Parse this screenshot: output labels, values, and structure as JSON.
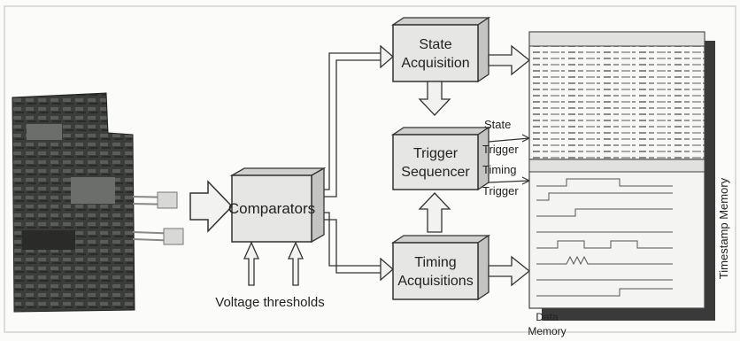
{
  "diagram": {
    "blocks": {
      "comparators": "Comparators",
      "state_acq_line1": "State",
      "state_acq_line2": "Acquisition",
      "trigger_line1": "Trigger",
      "trigger_line2": "Sequencer",
      "timing_line1": "Timing",
      "timing_line2": "Acquisitions"
    },
    "labels": {
      "voltage_thresholds": "Voltage thresholds",
      "state_trigger_line1": "State",
      "state_trigger_line2": "Trigger",
      "timing_trigger_line1": "Timing",
      "timing_trigger_line2": "Trigger",
      "data_memory_line1": "Data",
      "data_memory_line2": "Memory",
      "timestamp_memory": "Timestamp Memory"
    },
    "colors": {
      "block_fill": "#e6e6e4",
      "stroke": "#333333",
      "memory_shadow": "#3a3a3a",
      "board": "#3a3c3a"
    }
  }
}
